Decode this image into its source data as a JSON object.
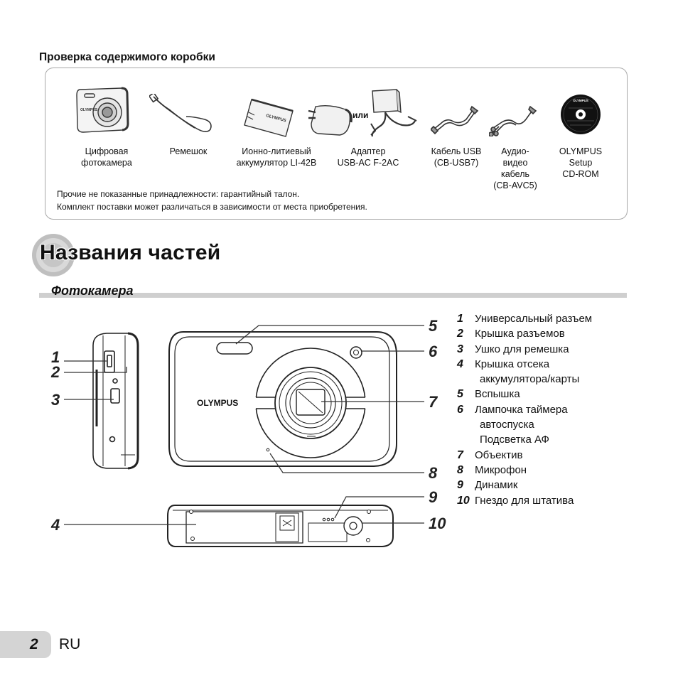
{
  "box": {
    "title": "Проверка содержимого коробки",
    "items": [
      {
        "icon": "camera-icon",
        "label": "Цифровая\nфотокамера"
      },
      {
        "icon": "strap-icon",
        "label": "Ремешок"
      },
      {
        "icon": "battery-icon",
        "label": "Ионно-литиевый\nаккумулятор LI-42B"
      },
      {
        "icon": "usb-ac-adapter-icon",
        "label": "Адаптер\nUSB-AC F-2AC"
      },
      {
        "icon": "usb-cable-icon",
        "label": "Кабель USB\n(CB-USB7)"
      },
      {
        "icon": "av-cable-icon",
        "label": "Аудио-\nвидео\nкабель\n(CB-AVC5)"
      },
      {
        "icon": "cd-rom-icon",
        "label": "OLYMPUS\nSetup\nCD-ROM"
      }
    ],
    "or_label": "или",
    "battery_brand": "OLYMPUS",
    "cd_brand": "OLYMPUS",
    "notes": [
      "Прочие не показанные принадлежности: гарантийный талон.",
      "Комплект поставки может различаться в зависимости от места приобретения."
    ]
  },
  "section": {
    "title": "Названия частей",
    "subtitle": "Фотокамера"
  },
  "diagram": {
    "brand": "OLYMPUS",
    "callouts": [
      "1",
      "2",
      "3",
      "4",
      "5",
      "6",
      "7",
      "8",
      "9",
      "10"
    ]
  },
  "parts": [
    {
      "num": "1",
      "text": "Универсальный разъем"
    },
    {
      "num": "2",
      "text": "Крышка разъемов"
    },
    {
      "num": "3",
      "text": "Ушко для ремешка"
    },
    {
      "num": "4",
      "text": "Крышка отсека"
    },
    {
      "num": "",
      "text": "аккумулятора/карты"
    },
    {
      "num": "5",
      "text": "Вспышка"
    },
    {
      "num": "6",
      "text": "Лампочка таймера"
    },
    {
      "num": "",
      "text": "автоспуска"
    },
    {
      "num": "",
      "text": "Подсветка АФ"
    },
    {
      "num": "7",
      "text": "Объектив"
    },
    {
      "num": "8",
      "text": "Микрофон"
    },
    {
      "num": "9",
      "text": "Динамик"
    },
    {
      "num": "10",
      "text": "Гнездо для штатива"
    }
  ],
  "page": {
    "number": "2",
    "lang": "RU"
  }
}
